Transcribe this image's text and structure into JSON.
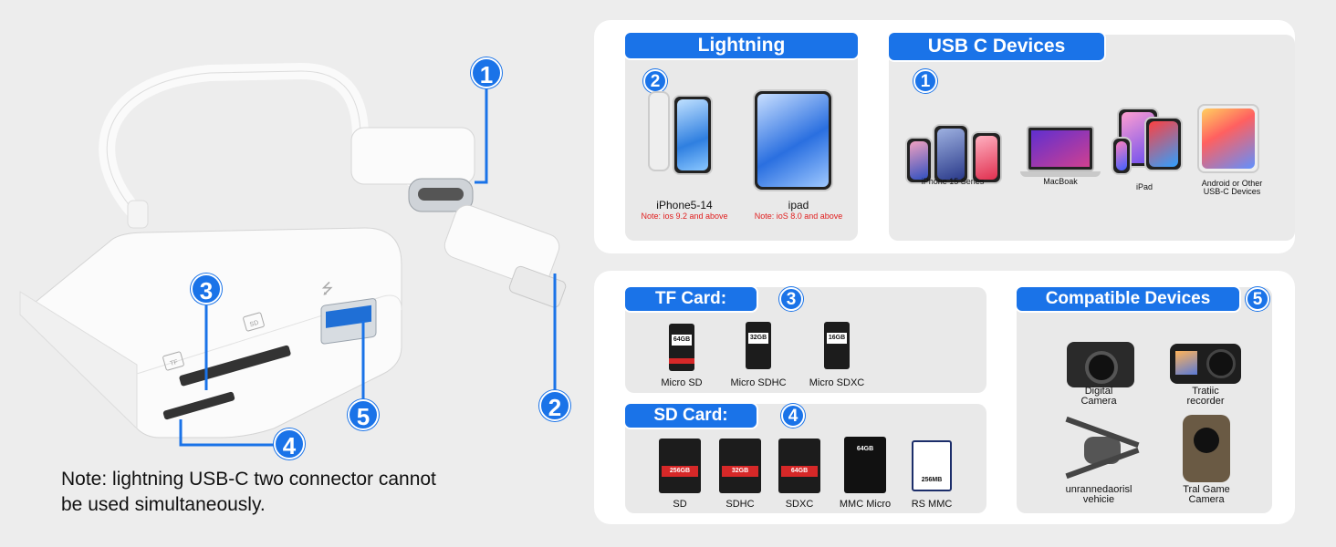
{
  "colors": {
    "accent": "#1a73e8",
    "note_red": "#e01e1e",
    "background": "#ededed"
  },
  "product": {
    "callouts": [
      "1",
      "2",
      "3",
      "4",
      "5"
    ],
    "note_line1": "Note: lightning USB-C two connector cannot",
    "note_line2": "be used simultaneously.",
    "slot_labels": {
      "tf": "TF",
      "sd": "SD"
    }
  },
  "lightning": {
    "title": "Lightning",
    "badge": "2",
    "devices": [
      {
        "name": "iPhone5-14",
        "note": "Note: ios 9.2 and above"
      },
      {
        "name": "ipad",
        "note": "Note: ioS 8.0 and above"
      }
    ]
  },
  "usbc": {
    "title": "USB C Devices",
    "badge": "1",
    "devices": [
      "iPhone 15 Series",
      "MacBoak",
      "iPad",
      "Android or Other",
      "USB-C Devices"
    ]
  },
  "tf_card": {
    "title": "TF Card:",
    "badge": "3",
    "items": [
      "Micro SD",
      "Micro SDHC",
      "Micro SDXC"
    ],
    "card_labels": [
      "64GB",
      "32GB",
      "16GB"
    ]
  },
  "sd_card": {
    "title": "SD Card:",
    "badge": "4",
    "items": [
      "SD",
      "SDHC",
      "SDXC",
      "MMC Micro",
      "RS MMC"
    ],
    "card_labels": [
      "256GB",
      "32GB",
      "64GB",
      "64GB",
      "256MB"
    ]
  },
  "compatible": {
    "title": "Compatible Devices",
    "badge": "5",
    "items": [
      "Digital",
      "Camera",
      "Tratiic",
      "recorder",
      "unrannedaorisl",
      "vehicie",
      "Tral Game",
      "Camera"
    ]
  }
}
